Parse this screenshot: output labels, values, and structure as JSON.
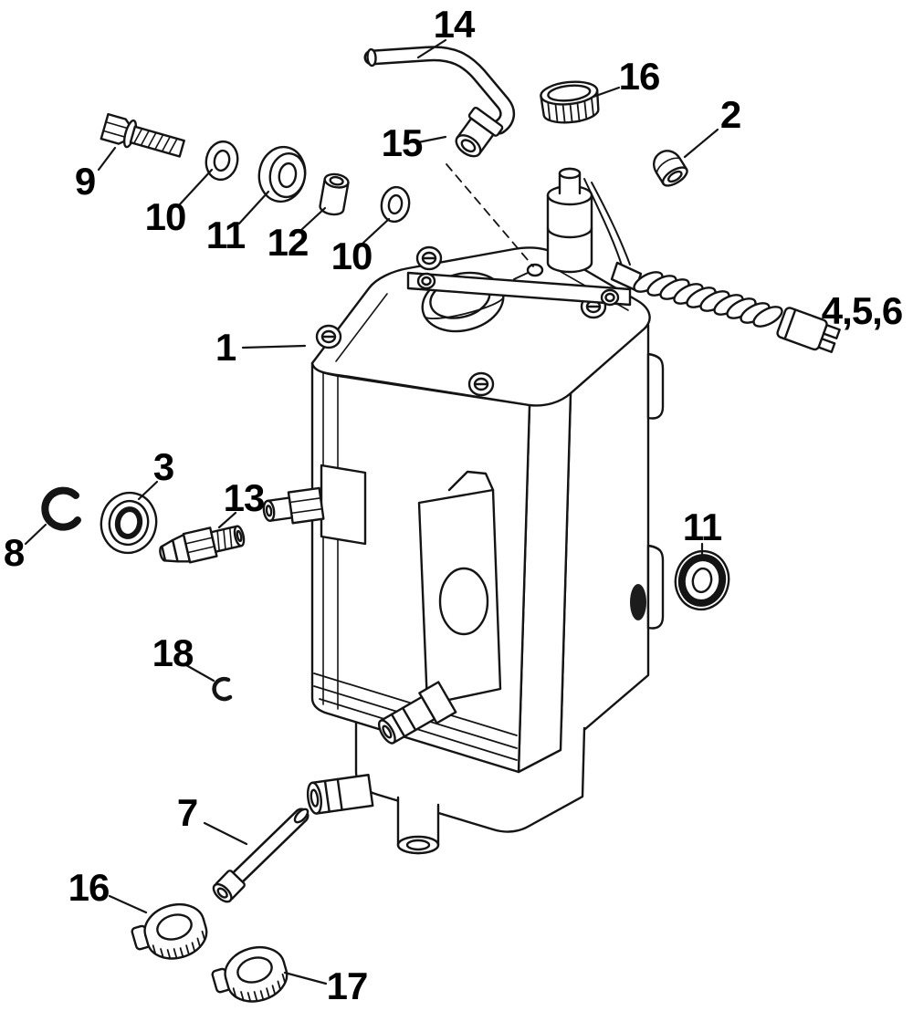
{
  "style": {
    "ink": "#141414",
    "paper": "#ffffff"
  },
  "callouts": [
    {
      "label": "14"
    },
    {
      "label": "16"
    },
    {
      "label": "2"
    },
    {
      "label": "15"
    },
    {
      "label": "9"
    },
    {
      "label": "10"
    },
    {
      "label": "11"
    },
    {
      "label": "12"
    },
    {
      "label": "10"
    },
    {
      "label": "4,5,6"
    },
    {
      "label": "1"
    },
    {
      "label": "3"
    },
    {
      "label": "13"
    },
    {
      "label": "8"
    },
    {
      "label": "11"
    },
    {
      "label": "18"
    },
    {
      "label": "7"
    },
    {
      "label": "16"
    },
    {
      "label": "17"
    }
  ]
}
